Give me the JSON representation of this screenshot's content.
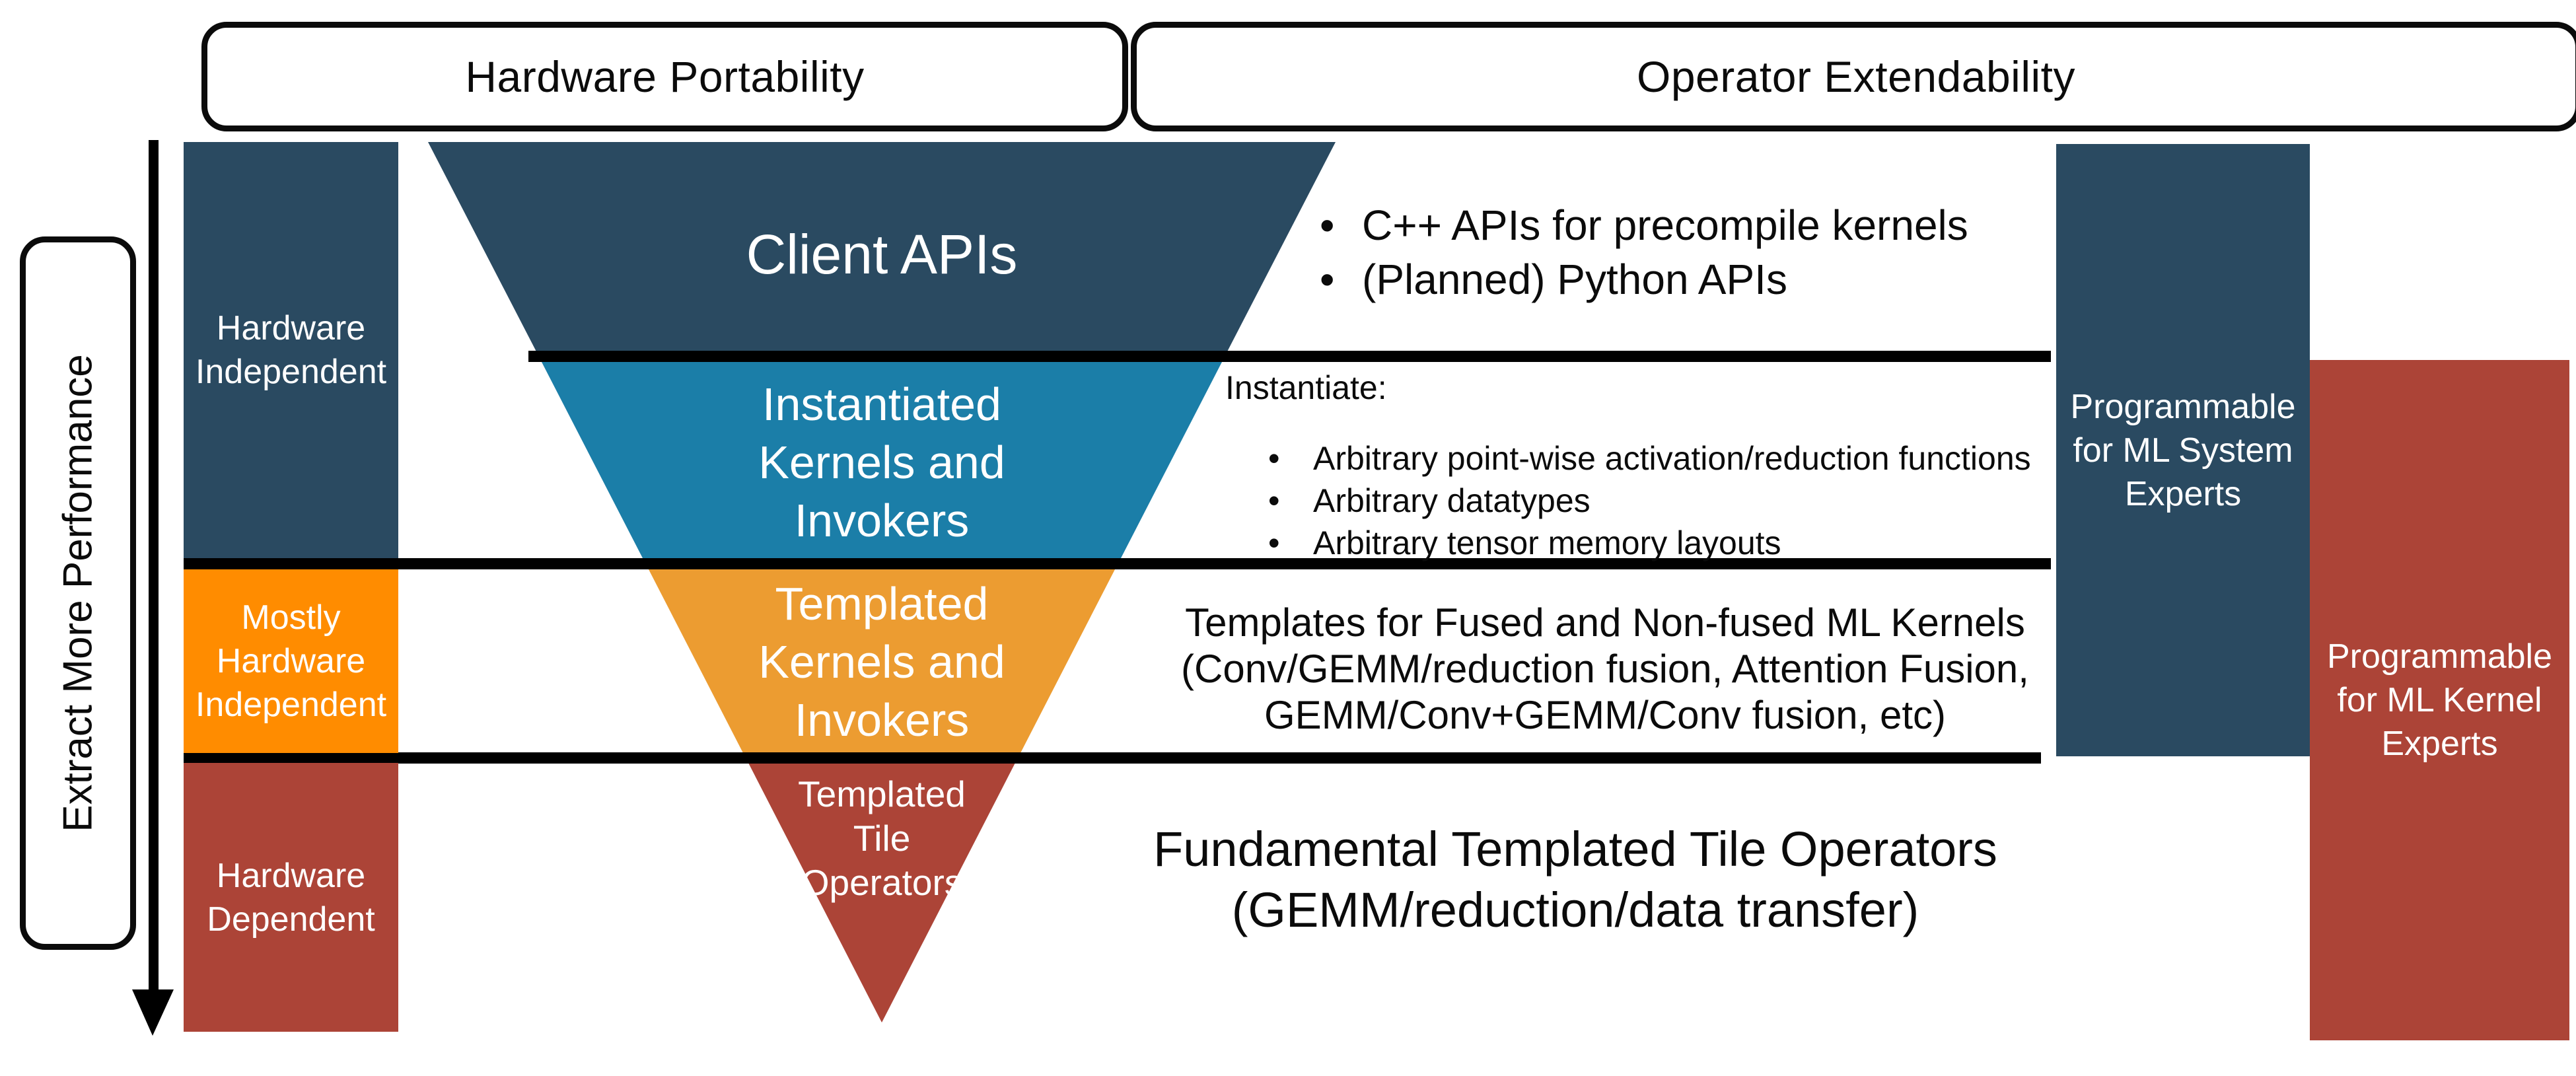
{
  "headers": {
    "hardware_portability": "Hardware Portability",
    "operator_extendability": "Operator Extendability"
  },
  "left_axis": {
    "label": "Extract More Performance"
  },
  "left_column": {
    "hardware_independent": "Hardware Independent",
    "mostly_hardware_independent": "Mostly Hardware Independent",
    "hardware_dependent": "Hardware Dependent"
  },
  "pyramid": {
    "layers": [
      {
        "name": "Client APIs",
        "lines": [
          "Client APIs"
        ]
      },
      {
        "name": "Instantiated Kernels and Invokers",
        "lines": [
          "Instantiated",
          "Kernels and",
          "Invokers"
        ]
      },
      {
        "name": "Templated Kernels and Invokers",
        "lines": [
          "Templated",
          "Kernels and",
          "Invokers"
        ]
      },
      {
        "name": "Templated Tile Operators",
        "lines": [
          "Templated",
          "Tile",
          "Operators"
        ]
      }
    ]
  },
  "annotations": {
    "client_bullets": [
      "C++ APIs for precompile kernels",
      "(Planned) Python APIs"
    ],
    "instantiate_heading": "Instantiate:",
    "instantiate_bullets": [
      "Arbitrary point-wise activation/reduction functions",
      "Arbitrary datatypes",
      "Arbitrary tensor memory layouts"
    ],
    "templates_lines": [
      "Templates for Fused and Non-fused ML Kernels",
      "(Conv/GEMM/reduction fusion, Attention Fusion,",
      "GEMM/Conv+GEMM/Conv fusion, etc)"
    ],
    "fundamental_lines": [
      "Fundamental Templated Tile Operators",
      "(GEMM/reduction/data transfer)"
    ]
  },
  "right_column": {
    "ml_system": "Programmable for ML System Experts",
    "ml_kernel": "Programmable for ML Kernel Experts"
  },
  "colors": {
    "navy": "#2A4A61",
    "teal": "#1B7EA8",
    "pyramid_orange": "#EC9C31",
    "bright_orange": "#FF8C00",
    "brick_red": "#AC4437",
    "line_black": "#000000"
  }
}
